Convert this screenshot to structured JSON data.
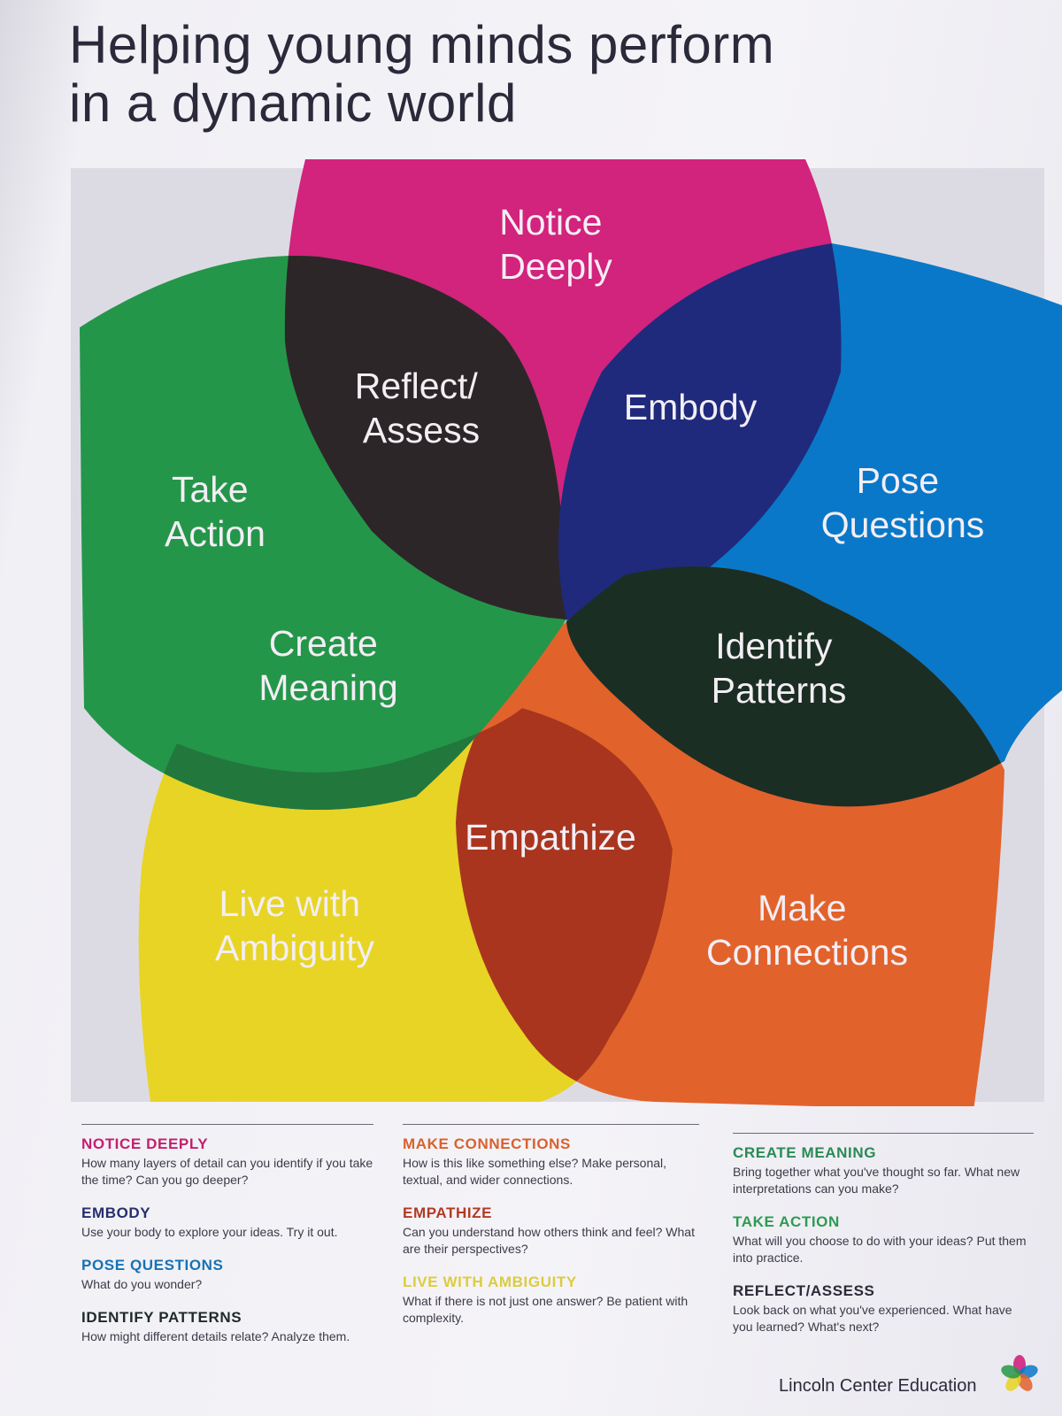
{
  "title": {
    "line1": "Helping young minds perform",
    "line2": "in a dynamic world"
  },
  "colors": {
    "notice_deeply": "#d2237d",
    "pose_questions": "#0a78c8",
    "make_connections": "#e2622c",
    "live_with_ambiguity": "#e8d424",
    "take_action": "#24964a",
    "reflect_assess": "#2d2628",
    "embody": "#1f2a7c",
    "identify_patterns": "#1b2e24",
    "empathize": "#a9351f",
    "create_meaning": "#22783c"
  },
  "diagram": {
    "notice_deeply": [
      "Notice",
      "Deeply"
    ],
    "reflect_assess": [
      "Reflect/",
      "Assess"
    ],
    "embody": [
      "Embody"
    ],
    "pose_questions": [
      "Pose",
      "Questions"
    ],
    "take_action": [
      "Take",
      "Action"
    ],
    "create_meaning": [
      "Create",
      "Meaning"
    ],
    "identify_patterns": [
      "Identify",
      "Patterns"
    ],
    "empathize": [
      "Empathize"
    ],
    "live_with_ambiguity": [
      "Live with",
      "Ambiguity"
    ],
    "make_connections": [
      "Make",
      "Connections"
    ]
  },
  "legend": {
    "col1": [
      {
        "heading": "NOTICE DEEPLY",
        "text": "How many layers of detail can you identify if you take the time? Can you go deeper?",
        "color": "#c2206f"
      },
      {
        "heading": "EMBODY",
        "text": "Use your body to explore your ideas. Try it out.",
        "color": "#26306e"
      },
      {
        "heading": "POSE QUESTIONS",
        "text": "What do you wonder?",
        "color": "#1672b5"
      },
      {
        "heading": "IDENTIFY PATTERNS",
        "text": "How might different details relate? Analyze them.",
        "color": "#1f2a28"
      }
    ],
    "col2": [
      {
        "heading": "MAKE CONNECTIONS",
        "text": "How is this like something else? Make personal, textual, and wider connections.",
        "color": "#d8612e"
      },
      {
        "heading": "EMPATHIZE",
        "text": "Can you understand how others think and feel? What are their perspectives?",
        "color": "#b23a26"
      },
      {
        "heading": "LIVE WITH AMBIGUITY",
        "text": "What if there is not just one answer? Be patient with complexity.",
        "color": "#dccc3e"
      }
    ],
    "col3": [
      {
        "heading": "CREATE MEANING",
        "text": "Bring together what you've thought so far. What new interpretations can you make?",
        "color": "#2a8a55"
      },
      {
        "heading": "TAKE ACTION",
        "text": "What will you choose to do with your ideas? Put them into practice.",
        "color": "#2f9a52"
      },
      {
        "heading": "REFLECT/ASSESS",
        "text": "Look back on what you've experienced. What have you learned? What's next?",
        "color": "#2b2a36"
      }
    ]
  },
  "footer": "Lincoln Center Education"
}
